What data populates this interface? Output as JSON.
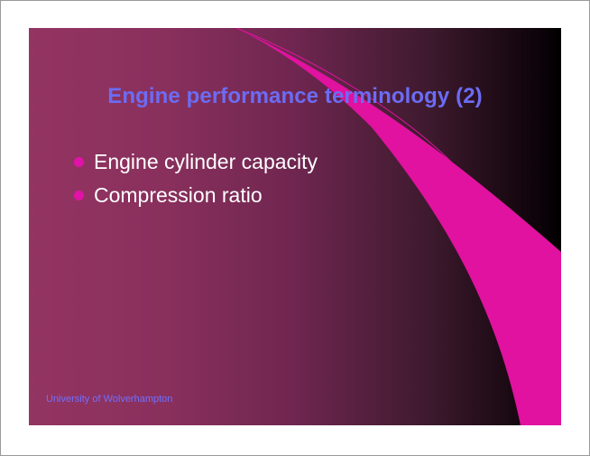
{
  "slide": {
    "title": "Engine performance terminology (2)",
    "bullets": [
      "Engine cylinder capacity",
      "Compression ratio"
    ],
    "footer": "University of Wolverhampton"
  },
  "colors": {
    "title": "#6b6cf4",
    "bullet_marker": "#e012a7",
    "swoosh": "#e0129f",
    "footer": "#7070ff",
    "background_left": "#933462",
    "background_right": "#000000"
  }
}
